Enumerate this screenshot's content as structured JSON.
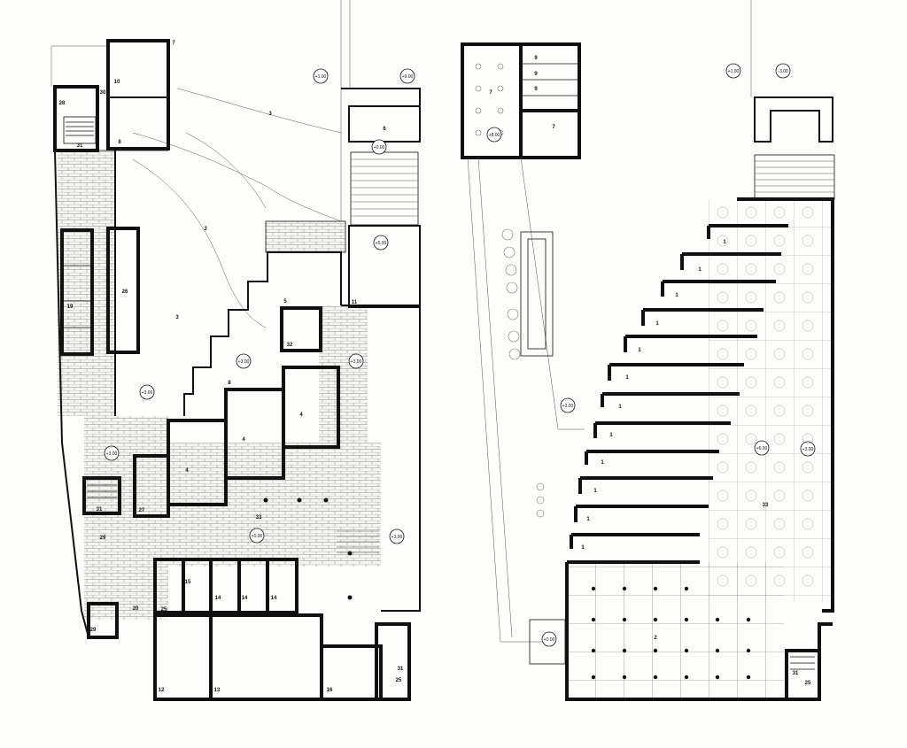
{
  "left_plan": {
    "level_markers": [
      "+1.00",
      "+9.00",
      "+0.00",
      "+5.00",
      "+3.00",
      "+3.00",
      "+3.00",
      "+3.00",
      "+0.00",
      "+3.00"
    ],
    "room_numbers": [
      "7",
      "10",
      "30",
      "28",
      "31",
      "8",
      "3",
      "3",
      "3",
      "26",
      "19",
      "5",
      "32",
      "8",
      "4",
      "4",
      "4",
      "11",
      "6",
      "33",
      "27",
      "31",
      "29",
      "20",
      "15",
      "14",
      "14",
      "14",
      "25",
      "29",
      "12",
      "13",
      "16",
      "31",
      "25"
    ]
  },
  "right_plan": {
    "level_markers": [
      "+1.00",
      "-3.00",
      "+8.00",
      "+3.00",
      "+6.00",
      "+3.00",
      "+0.00"
    ],
    "room_numbers": [
      "7",
      "9",
      "9",
      "9",
      "7",
      "1",
      "1",
      "1",
      "1",
      "1",
      "1",
      "1",
      "1",
      "1",
      "1",
      "1",
      "1",
      "33",
      "2",
      "31",
      "25"
    ]
  }
}
